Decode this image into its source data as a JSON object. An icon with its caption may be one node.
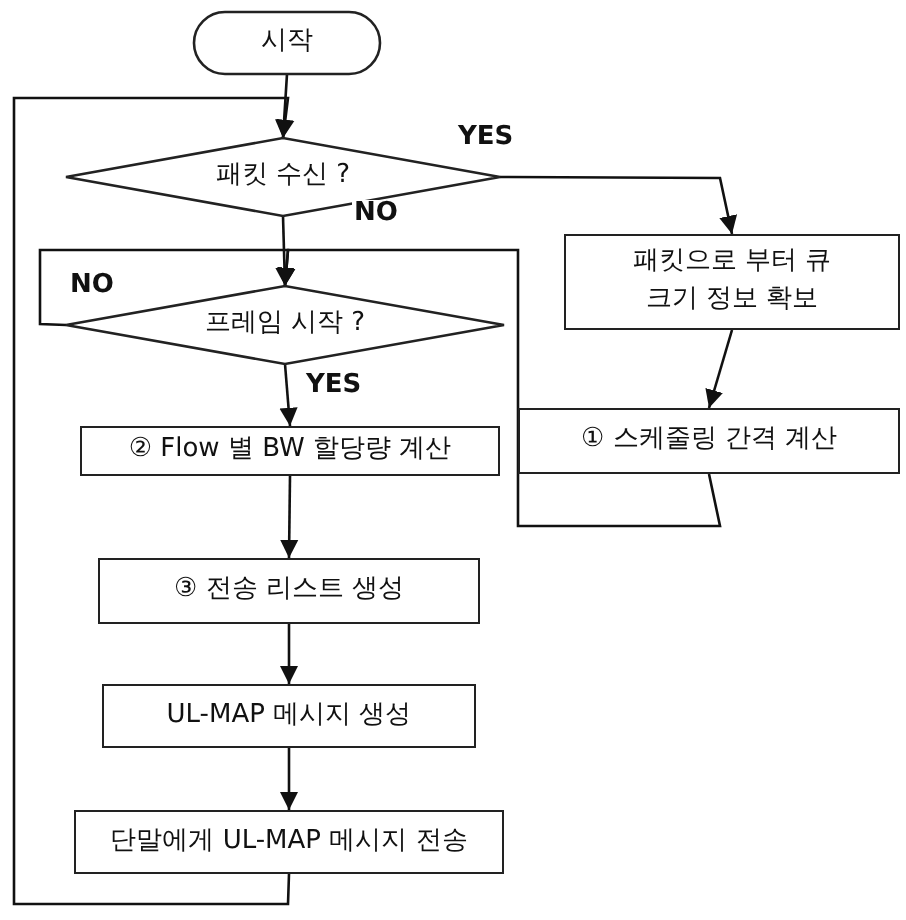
{
  "diagram": {
    "nodes": [
      {
        "text": [
          "시작"
        ]
      },
      {
        "text": [
          "패킷 수신 ?"
        ]
      },
      {
        "text": [
          "패킷으로 부터 큐 크기 정보 확보"
        ]
      },
      {
        "text": [
          "프레임 시작 ?"
        ]
      },
      {
        "text": [
          "① 스케줄링 간격 계산"
        ]
      },
      {
        "text": [
          "② Flow 별 BW 할당량 계산"
        ]
      },
      {
        "text": [
          "③ 전송 리스트 생성"
        ]
      },
      {
        "text": [
          "UL-MAP 메시지 생성"
        ]
      },
      {
        "text": [
          "단말에게 UL-MAP 메시지 전송"
        ]
      }
    ],
    "edges": [
      {
        "from": 0,
        "to": 1,
        "arrow": "to"
      },
      {
        "from": 1,
        "to": 2,
        "arrow": "to",
        "label": "YES"
      },
      {
        "from": 1,
        "to": 3,
        "arrow": "to",
        "label": "NO"
      },
      {
        "from": 3,
        "to": 3,
        "arrow": "to",
        "label": "NO"
      },
      {
        "from": 2,
        "to": 4,
        "arrow": "to"
      },
      {
        "from": 4,
        "to": 3,
        "arrow": "to"
      },
      {
        "from": 3,
        "to": 5,
        "arrow": "to",
        "label": "YES"
      },
      {
        "from": 5,
        "to": 6,
        "arrow": "to"
      },
      {
        "from": 6,
        "to": 7,
        "arrow": "to"
      },
      {
        "from": 7,
        "to": 8,
        "arrow": "to"
      },
      {
        "from": 8,
        "to": 1,
        "arrow": "to"
      }
    ]
  }
}
